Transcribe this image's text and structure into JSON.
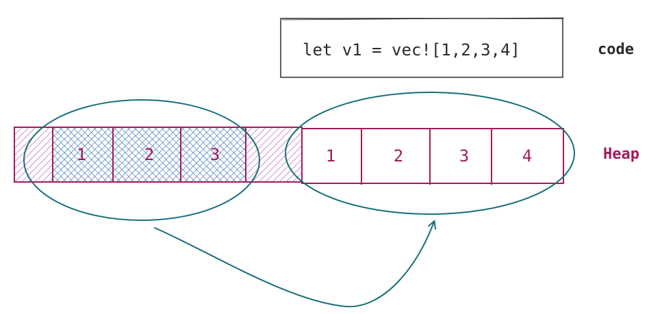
{
  "code_box": {
    "text": "let v1 = vec![1,2,3,4]"
  },
  "labels": {
    "code": "code",
    "heap": "Heap"
  },
  "heap_old": {
    "cells": [
      "1",
      "2",
      "3"
    ]
  },
  "heap_new": {
    "cells": [
      "1",
      "2",
      "3",
      "4"
    ]
  },
  "colors": {
    "heap": "#a3195b",
    "hatch_fill": "#b95fc7",
    "blue_hatch": "#2f72b8",
    "ellipse": "#166f78",
    "text": "#2b2b2b"
  }
}
